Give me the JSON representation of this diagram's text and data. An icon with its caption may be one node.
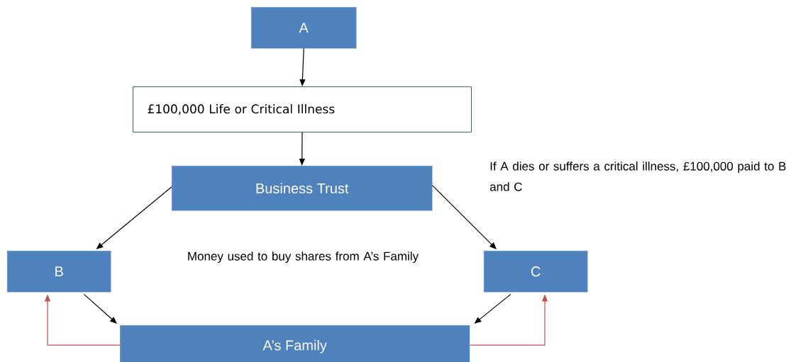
{
  "diagram": {
    "nodes": [
      {
        "text": [
          "A"
        ]
      },
      {
        "text": [
          "£100,000 Life or Critical Illness"
        ]
      },
      {
        "text": [
          "Business Trust"
        ]
      },
      {
        "text": [
          "B"
        ]
      },
      {
        "text": [
          "C"
        ]
      },
      {
        "text": [
          "A’s Family"
        ]
      }
    ],
    "edges": [
      {
        "from": 0,
        "to": 1,
        "arrow": "to"
      },
      {
        "from": 1,
        "to": 2,
        "arrow": "to"
      },
      {
        "from": 2,
        "to": 3,
        "arrow": "to"
      },
      {
        "from": 2,
        "to": 4,
        "arrow": "to"
      },
      {
        "from": 3,
        "to": 5,
        "arrow": "to"
      },
      {
        "from": 4,
        "to": 5,
        "arrow": "to"
      },
      {
        "from": 5,
        "to": 3,
        "arrow": "to",
        "color": "#c0504d"
      },
      {
        "from": 5,
        "to": 4,
        "arrow": "to",
        "color": "#c0504d"
      }
    ],
    "labels": [
      "If A dies or suffers a critical illness, £100,000 paid to B and C",
      "Money used to buy shares from A’s Family"
    ]
  }
}
